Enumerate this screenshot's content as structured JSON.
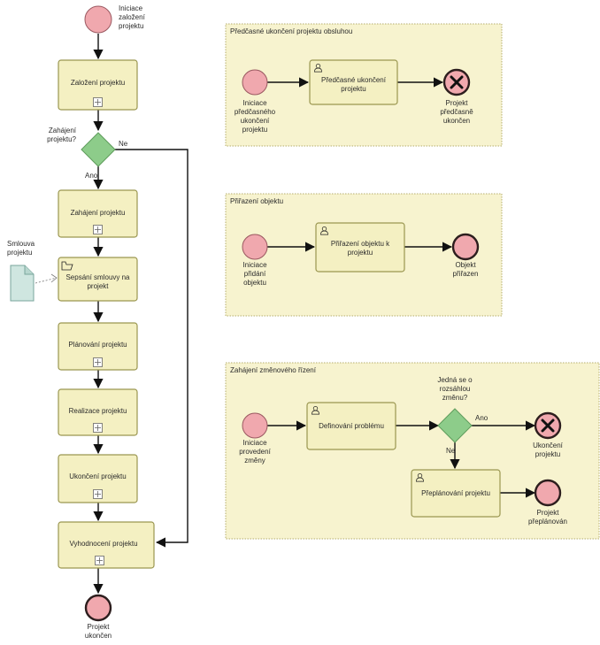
{
  "main_flow": {
    "start_label": [
      "Iniciace",
      "založení",
      "projektu"
    ],
    "task_zalozeni": "Založení projektu",
    "gateway_label": [
      "Zahájení",
      "projektu?"
    ],
    "gateway_no": "Ne",
    "gateway_yes": "Ano",
    "task_zahajeni": "Zahájení projektu",
    "document_label": [
      "Smlouva",
      "projektu"
    ],
    "task_smlouva": [
      "Sepsání smlouvy na",
      "projekt"
    ],
    "task_planovani": "Plánování projektu",
    "task_realizace": "Realizace projektu",
    "task_ukonceni": "Ukončení projektu",
    "task_vyhodnoceni": "Vyhodnocení projektu",
    "end_label": [
      "Projekt",
      "ukončen"
    ]
  },
  "pool1": {
    "title": "Předčasné ukončení projektu obsluhou",
    "start_label": [
      "Iniciace",
      "předčasného",
      "ukončení",
      "projektu"
    ],
    "task": [
      "Předčasné ukončení",
      "projektu"
    ],
    "end_label": [
      "Projekt",
      "předčasně",
      "ukončen"
    ]
  },
  "pool2": {
    "title": "Přiřazení objektu",
    "start_label": [
      "Iniciace",
      "přidání",
      "objektu"
    ],
    "task": [
      "Přiřazení objektu k",
      "projektu"
    ],
    "end_label": [
      "Objekt",
      "přiřazen"
    ]
  },
  "pool3": {
    "title": "Zahájení změnového řízení",
    "start_label": [
      "Iniciace",
      "provedení",
      "změny"
    ],
    "task_definovani": "Definování problému",
    "gateway_label": [
      "Jedná se o",
      "rozsáhlou",
      "změnu?"
    ],
    "gateway_yes": "Ano",
    "gateway_no": "Ne",
    "end_cancel_label": [
      "Ukončení",
      "projektu"
    ],
    "task_preplanovani": "Přeplánování projektu",
    "end_label": [
      "Projekt",
      "přeplánován"
    ]
  },
  "colors": {
    "task_fill": "#f4f0c2",
    "pool_fill": "#f7f3cf",
    "gateway_fill": "#8dcc8a",
    "event_fill": "#f0a8ae"
  }
}
